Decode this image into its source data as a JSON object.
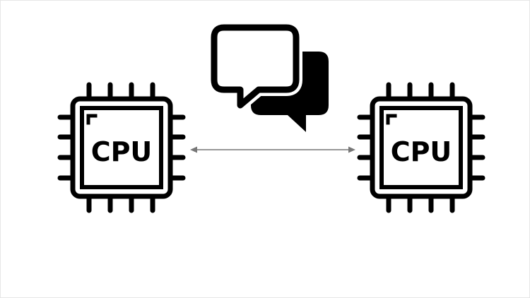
{
  "diagram": {
    "left_cpu": {
      "label": "CPU",
      "icon": "cpu-chip-icon"
    },
    "right_cpu": {
      "label": "CPU",
      "icon": "cpu-chip-icon"
    },
    "connection": {
      "icon": "double-arrow",
      "color": "#777777"
    },
    "messages": {
      "icon": "chat-bubbles-icon"
    },
    "colors": {
      "stroke": "#000000",
      "background": "#ffffff"
    }
  }
}
